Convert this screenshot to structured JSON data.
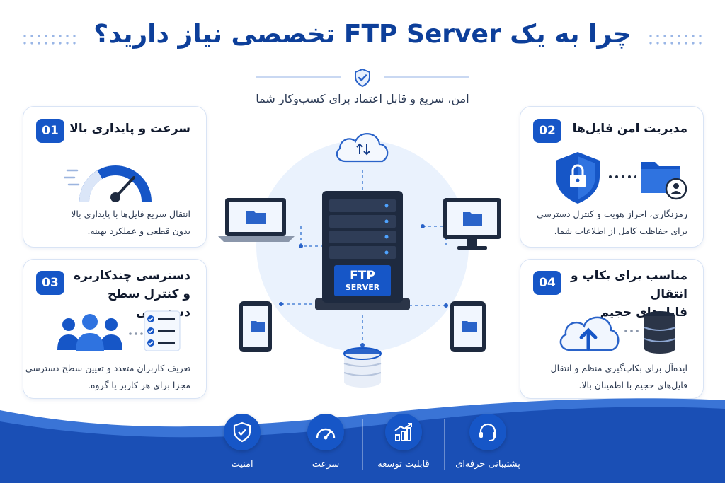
{
  "header": {
    "title": "چرا به یک FTP Server تخصصی نیاز دارید؟",
    "subtitle": "امن، سریع و قابل اعتماد برای کسب‌وکار شما"
  },
  "cards": [
    {
      "number": "01",
      "title": "سرعت و پایداری بالا",
      "desc_line1": "انتقال سریع فایل‌ها با پایداری بالا",
      "desc_line2": "بدون قطعی و عملکرد بهینه."
    },
    {
      "number": "02",
      "title": "مدیریت امن فایل‌ها",
      "desc_line1": "رمزنگاری، احراز هویت و کنترل دسترسی",
      "desc_line2": "برای حفاظت کامل از اطلاعات شما."
    },
    {
      "number": "03",
      "title_line1": "دسترسی چندکاربره",
      "title_line2": "و کنترل سطح دسترسی",
      "desc_line1": "تعریف کاربران متعدد و تعیین سطح دسترسی",
      "desc_line2": "مجزا برای هر کاربر یا گروه."
    },
    {
      "number": "04",
      "title_line1": "مناسب برای بکاپ و انتقال",
      "title_line2": "فایل‌های حجیم",
      "desc_line1": "ایده‌آل برای بکاپ‌گیری منظم و انتقال",
      "desc_line2": "فایل‌های حجیم با اطمینان بالا."
    }
  ],
  "server": {
    "label_line1": "FTP",
    "label_line2": "SERVER"
  },
  "features": [
    {
      "label": "امنیت",
      "icon": "shield-check-icon"
    },
    {
      "label": "سرعت",
      "icon": "speedometer-icon"
    },
    {
      "label": "قابلیت توسعه",
      "icon": "bar-chart-growth-icon"
    },
    {
      "label": "پشتیبانی حرفه‌ای",
      "icon": "headset-icon"
    }
  ],
  "colors": {
    "primary": "#1656c7",
    "title": "#0d3f9a",
    "wave": "#1a4fb5"
  }
}
